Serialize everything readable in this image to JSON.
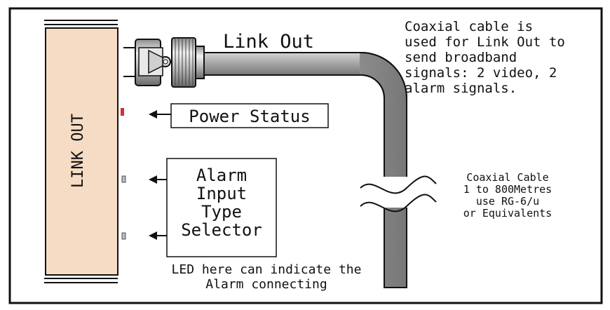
{
  "device": {
    "label": "LINK OUT",
    "body_color": "#f6dcc4"
  },
  "connector": {
    "title": "Link Out"
  },
  "callouts": {
    "power_status": "Power Status",
    "selector_lines": [
      "Alarm",
      "Input",
      "Type",
      "Selector"
    ],
    "led_note_lines": [
      "LED here can indicate the",
      "Alarm connecting"
    ]
  },
  "description": {
    "lines": [
      "Coaxial cable is",
      "used for Link Out to",
      "send broadband",
      "signals: 2 video, 2",
      "alarm signals."
    ]
  },
  "cable_note": {
    "lines": [
      "Coaxial Cable",
      "1 to 800Metres",
      "use RG-6/u",
      "or Equivalents"
    ]
  },
  "colors": {
    "cable": "#9a9a9a",
    "led_red": "#d03030",
    "led_grey": "#b9b9c9",
    "outline": "#111111"
  }
}
